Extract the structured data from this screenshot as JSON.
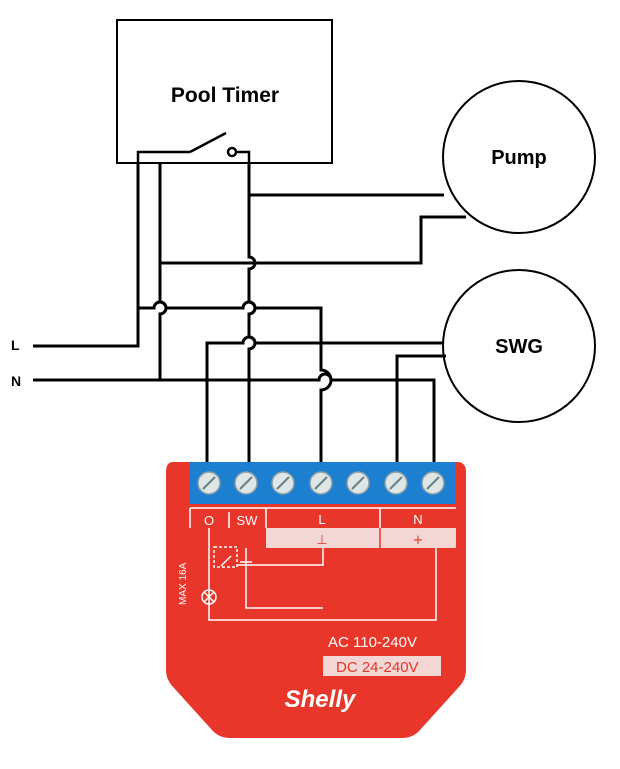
{
  "timer": {
    "label": "Pool Timer"
  },
  "pump": {
    "label": "Pump"
  },
  "swg": {
    "label": "SWG"
  },
  "lines": {
    "live": "L",
    "neutral": "N"
  },
  "device": {
    "brand": "Shelly",
    "max_rating": "MAX 16A",
    "ac_rating": "AC 110-240V",
    "dc_rating": "DC 24-240V",
    "terminals": {
      "o": "O",
      "sw": "SW",
      "l": "L",
      "n": "N"
    },
    "polarity": {
      "l_symbol": "⊥",
      "n_symbol": "+"
    },
    "colors": {
      "body": "#e8362a",
      "terminal_block": "#1d7fd0",
      "screw": "#dfe6e6"
    }
  }
}
